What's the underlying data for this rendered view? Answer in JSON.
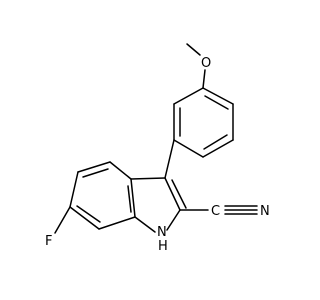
{
  "molecule": {
    "atoms": {
      "oxygen": "O",
      "fluorine": "F",
      "nitrogen_nitrile": "N",
      "carbon_nitrile": "C",
      "nitrogen_indole_h": "H",
      "nitrogen_indole_n": "N"
    }
  },
  "colors": {
    "bond": "#000000",
    "label": "#000000",
    "background": "#ffffff"
  }
}
